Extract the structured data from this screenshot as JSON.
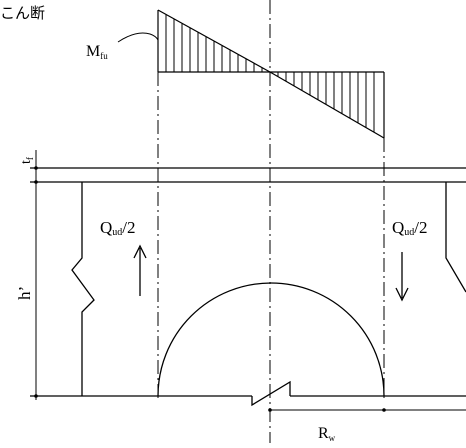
{
  "title_fragment": "こん断",
  "labels": {
    "moment": {
      "main": "M",
      "sub": "fu"
    },
    "shear_left": {
      "main": "Q",
      "sub": "ud",
      "tail": "/2"
    },
    "shear_right": {
      "main": "Q",
      "sub": "ud",
      "tail": "/2"
    },
    "flange_thickness": {
      "main": "t",
      "sub": "f"
    },
    "web_height": "h’",
    "web_opening": {
      "main": "R",
      "sub": "w"
    }
  },
  "colors": {
    "ink": "#000000",
    "background": "#ffffff"
  }
}
